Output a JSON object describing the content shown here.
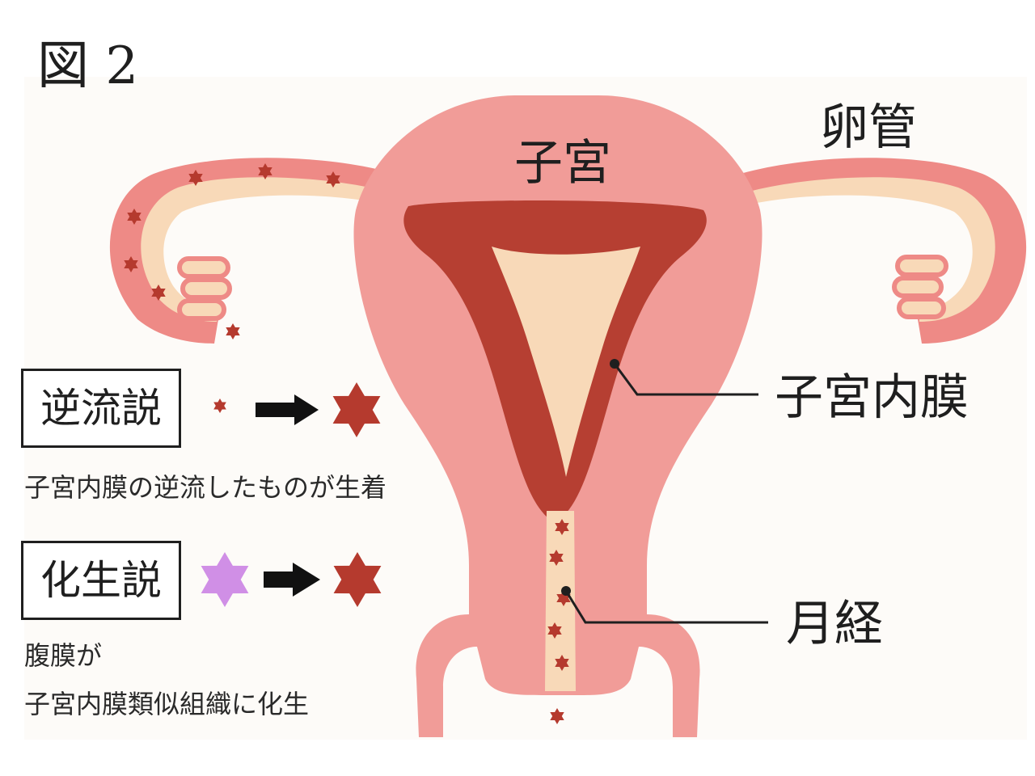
{
  "figure_label": "図 2",
  "labels": {
    "uterus": "子宮",
    "fallopian_tube": "卵管",
    "endometrium": "子宮内膜",
    "menstruation": "月経"
  },
  "theories": [
    {
      "name": "逆流説",
      "description": [
        "子宮内膜の逆流したものが生着"
      ],
      "source_star": "small-red-star",
      "result_star": "red-star"
    },
    {
      "name": "化生説",
      "description": [
        "腹膜が",
        "子宮内膜類似組織に化生"
      ],
      "source_star": "purple-star",
      "result_star": "red-star"
    }
  ],
  "icons": [
    "star-icon",
    "arrow-right-icon"
  ],
  "colors": {
    "uterus_wall": "#f19c98",
    "uterus_outline": "#ee8a86",
    "endometrium": "#b63f32",
    "cavity": "#f8d9b8",
    "star_red": "#b53a2e",
    "star_purple": "#d08fe6",
    "background_panel": "#fdfbf8"
  }
}
